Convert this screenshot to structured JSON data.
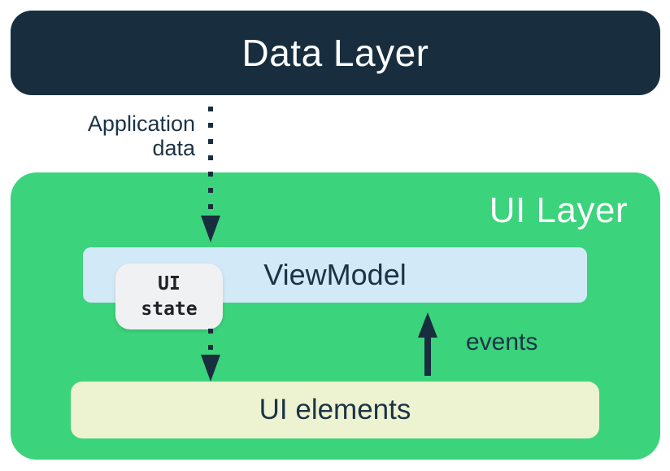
{
  "colors": {
    "background": "#ffffff",
    "navy": "#182E3E",
    "green": "#3BD37B",
    "light_blue": "#D2E9F8",
    "cream": "#EDF3D1",
    "badge_gray": "#F0F1F2",
    "white_text": "#ffffff",
    "dark_text": "#1C3346"
  },
  "data_layer": {
    "label": "Data Layer"
  },
  "arrows": {
    "application_data": {
      "label_line1": "Application",
      "label_line2": "data",
      "style": "dotted",
      "direction": "down"
    },
    "ui_state_flow": {
      "style": "dotted",
      "direction": "down"
    },
    "events": {
      "label": "events",
      "style": "solid",
      "direction": "up"
    }
  },
  "ui_layer": {
    "label": "UI Layer",
    "viewmodel": {
      "label": "ViewModel"
    },
    "ui_state_badge": {
      "line1": "UI",
      "line2": "state"
    },
    "ui_elements": {
      "label": "UI elements"
    }
  }
}
